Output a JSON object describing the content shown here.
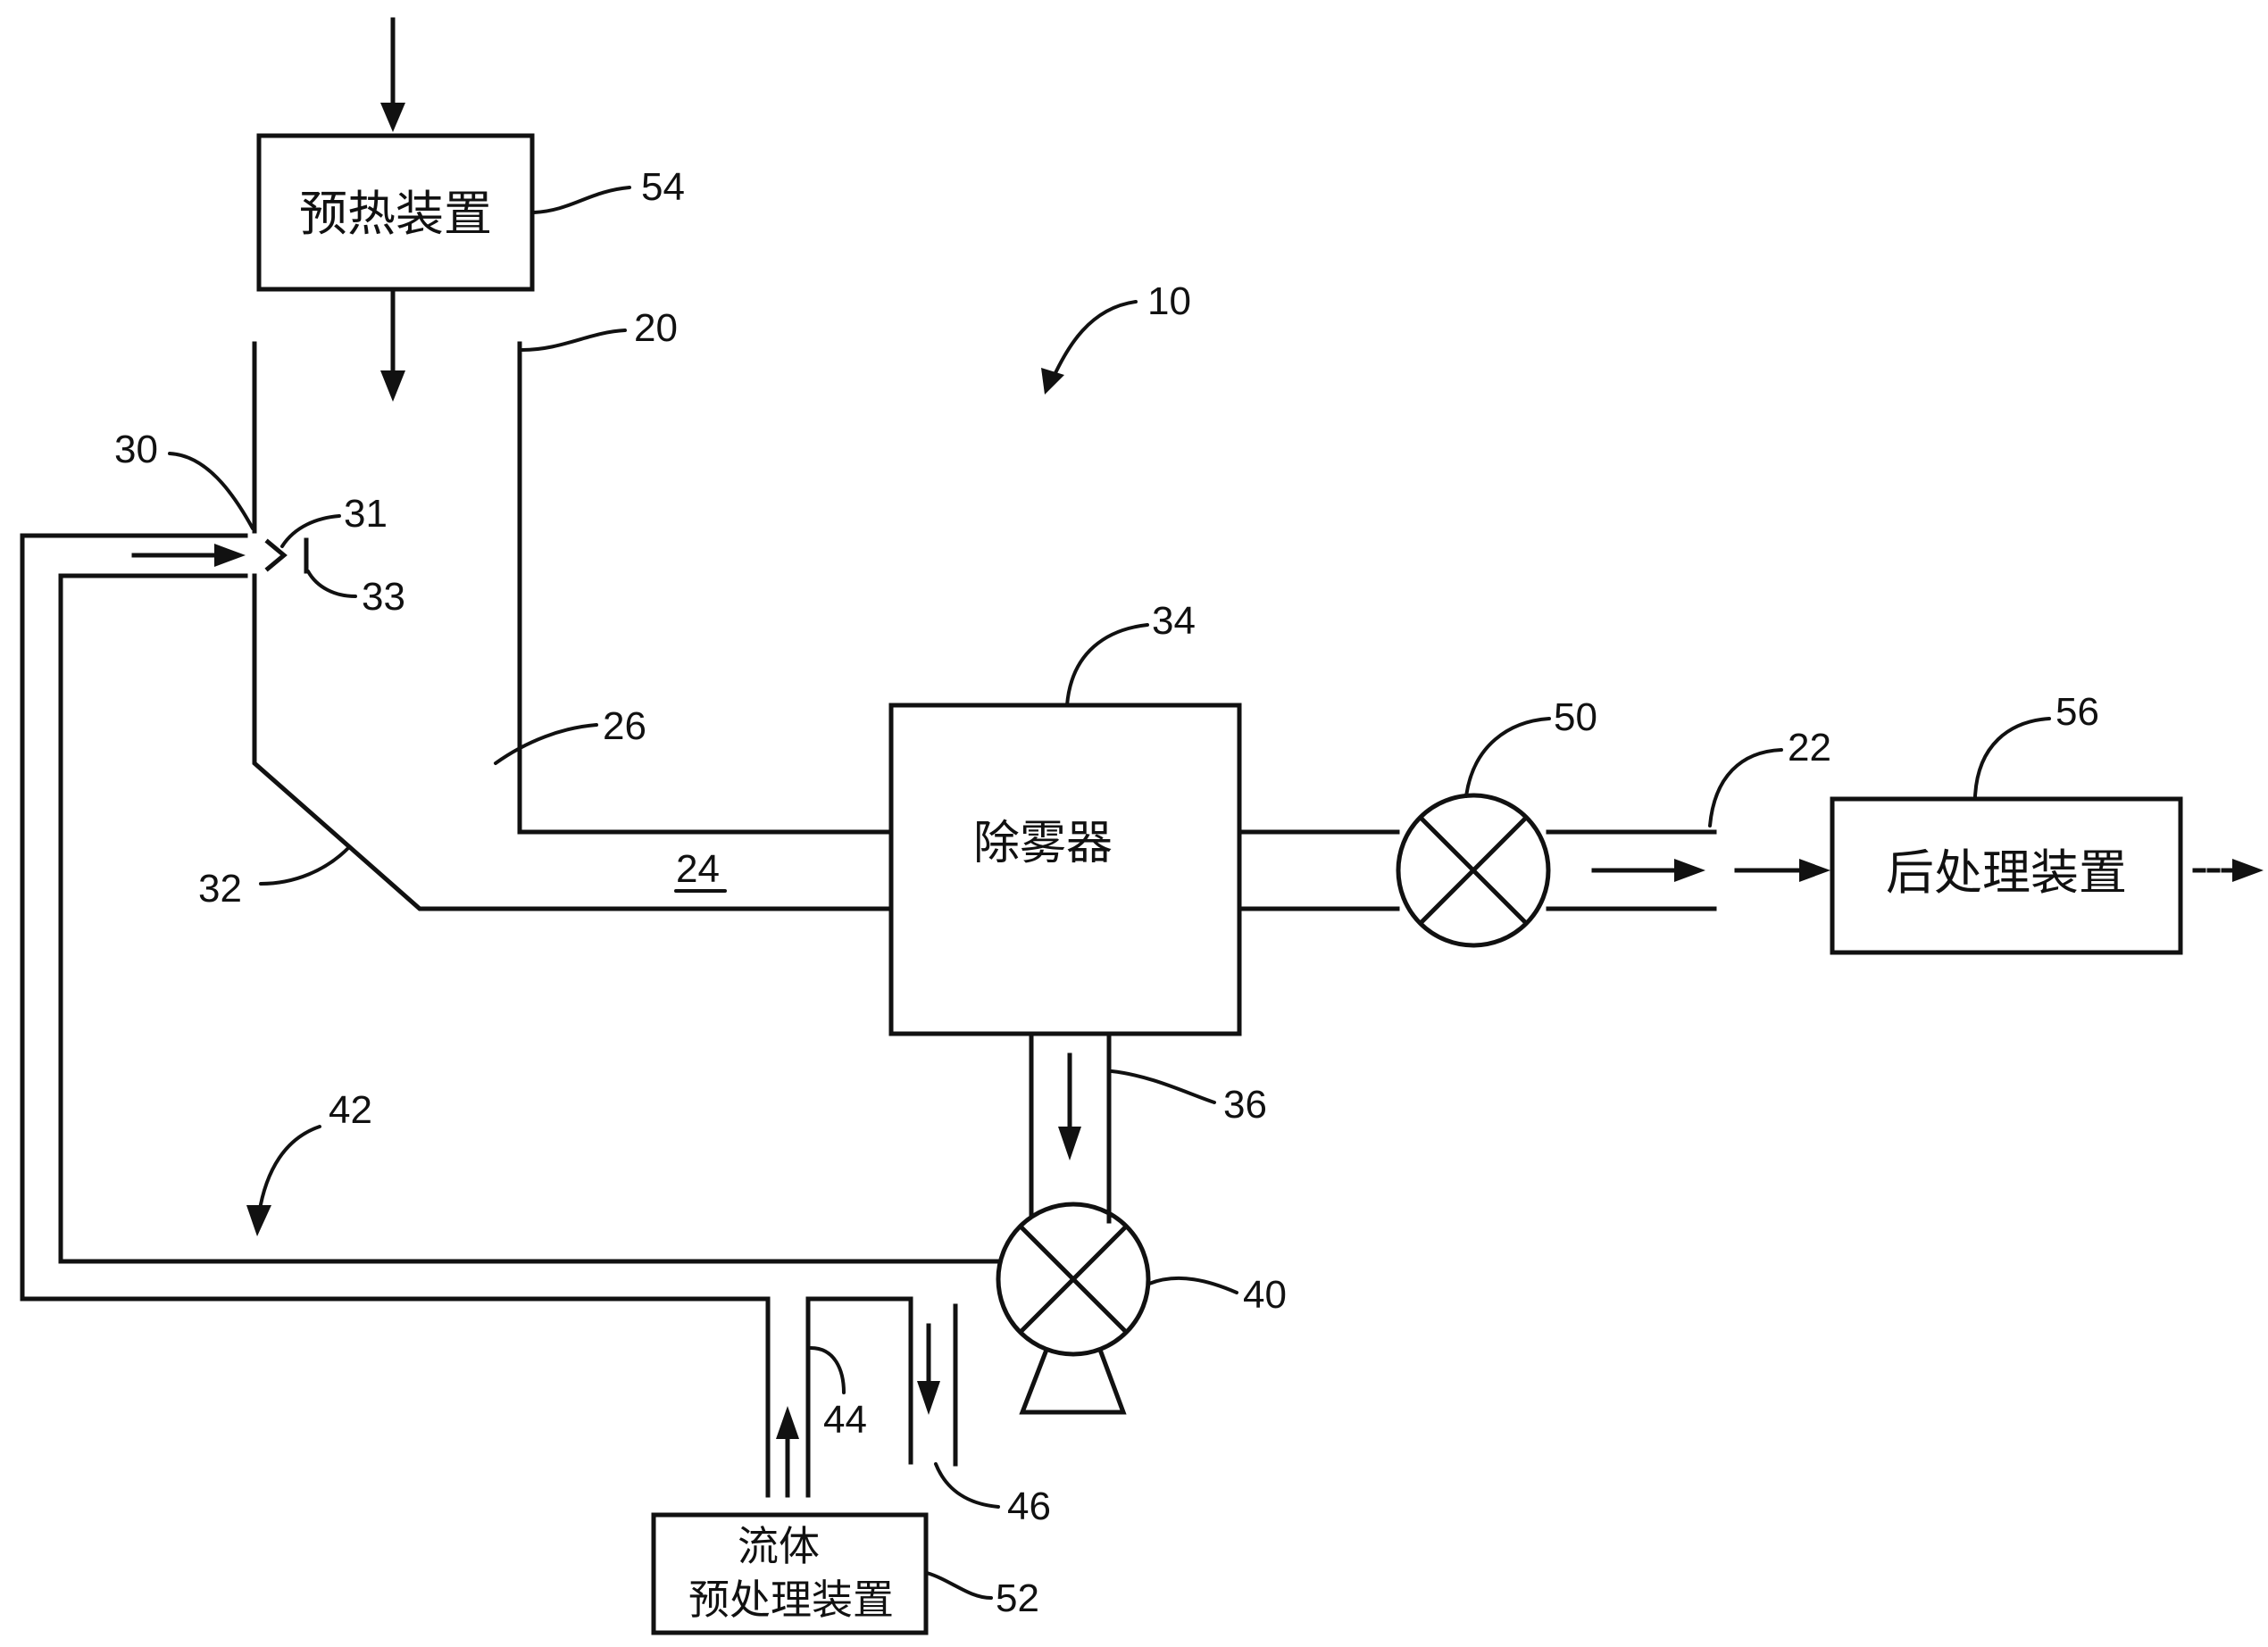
{
  "labels": {
    "preheater": "预热装置",
    "demister": "除雾器",
    "post_treatment": "后处理装置",
    "fluid_pretreatment_line1": "流体",
    "fluid_pretreatment_line2": "预处理装置"
  },
  "reference_numerals": {
    "n10": "10",
    "n20": "20",
    "n22": "22",
    "n24": "24",
    "n26": "26",
    "n30": "30",
    "n31": "31",
    "n32": "32",
    "n33": "33",
    "n34": "34",
    "n36": "36",
    "n40": "40",
    "n42": "42",
    "n44": "44",
    "n46": "46",
    "n50": "50",
    "n52": "52",
    "n54": "54",
    "n56": "56"
  }
}
